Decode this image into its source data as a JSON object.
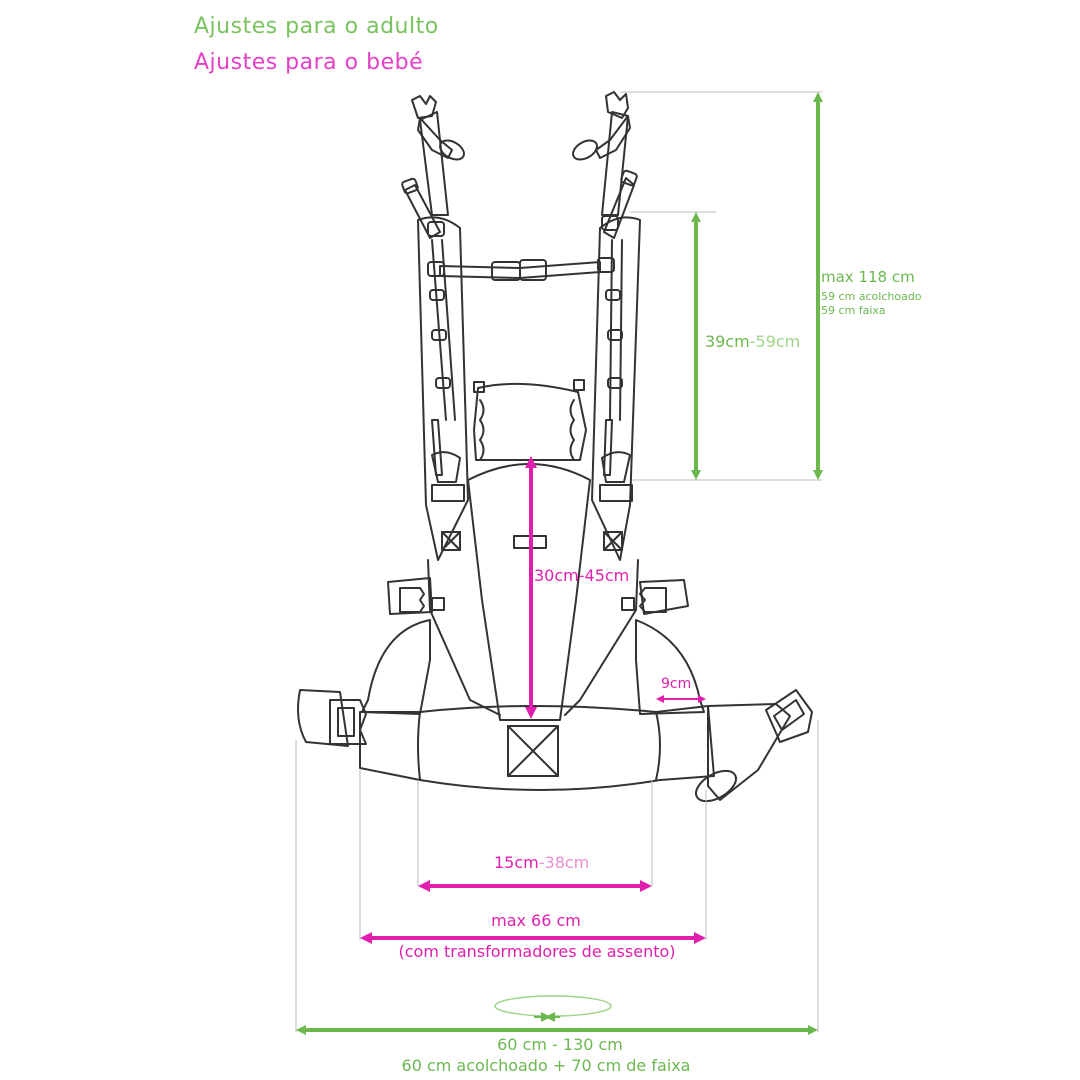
{
  "legend": {
    "adult": "Ajustes para o adulto",
    "baby": "Ajustes para o bebé"
  },
  "colors": {
    "adult": "#6cb84f",
    "baby": "#e01fae",
    "outline": "#333333",
    "guide": "#bbbbbb"
  },
  "measurements": {
    "shoulder_total": {
      "title": "max 118 cm",
      "line1": "59 cm acolchoado",
      "line2": "59 cm faixa"
    },
    "shoulder_padded": {
      "min": "39cm",
      "max": "-59cm"
    },
    "panel_height": "30cm-45cm",
    "hip_padding": "9cm",
    "seat_width": {
      "min": "15cm",
      "max": "-38cm"
    },
    "seat_max": {
      "title": "max 66 cm",
      "note": "(com transformadores de assento)"
    },
    "waist": {
      "range": "60 cm - 130 cm",
      "detail": "60 cm acolchoado + 70 cm de faixa"
    }
  }
}
